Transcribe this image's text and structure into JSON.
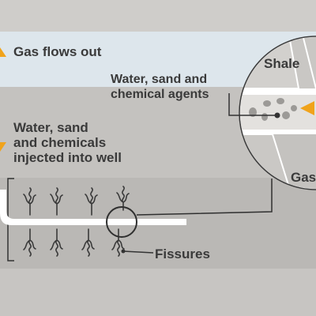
{
  "labels": {
    "gas_flows_out": "Gas flows out",
    "injected_lines": [
      "Water, sand",
      "and chemicals",
      "injected into well"
    ],
    "agents_lines": [
      "Water, sand and",
      "chemical agents"
    ],
    "shale": "Shale",
    "gas_partial": "Gas",
    "fissures": "Fissures"
  },
  "colors": {
    "background": "#cfcdca",
    "gas_layer": "#dde6ec",
    "shale_layer": "#c4c2bf",
    "rock_layer": "#bab8b5",
    "outline": "#333333",
    "arrow": "#f0a31b",
    "well_pipe": "#ffffff"
  }
}
